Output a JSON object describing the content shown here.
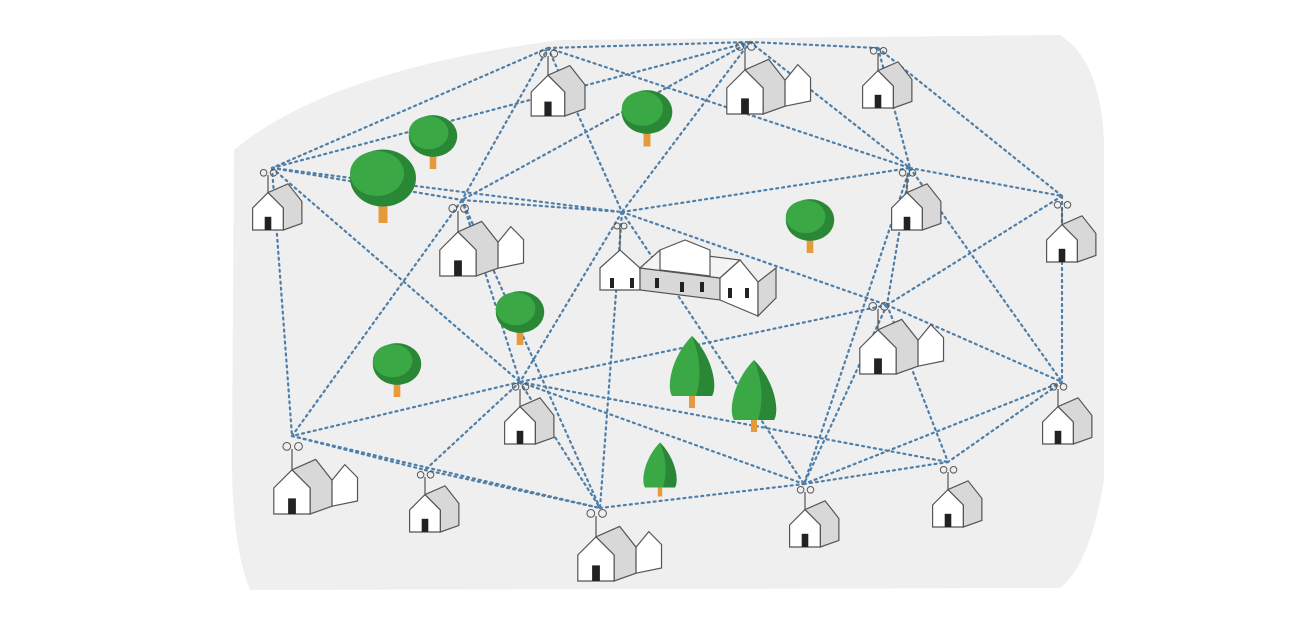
{
  "diagram": {
    "type": "wireless-mesh-network",
    "colors": {
      "background_region": "#efefef",
      "link": "#4f7fa8",
      "tree_foliage": "#3aa845",
      "tree_foliage_dark": "#2a8736",
      "tree_trunk": "#e59a3c",
      "house_wall": "#ffffff",
      "house_side": "#d8d8d8",
      "house_outline": "#555555",
      "door": "#222222"
    },
    "counts": {
      "houses": 18,
      "trees": 9,
      "links": 47
    }
  }
}
